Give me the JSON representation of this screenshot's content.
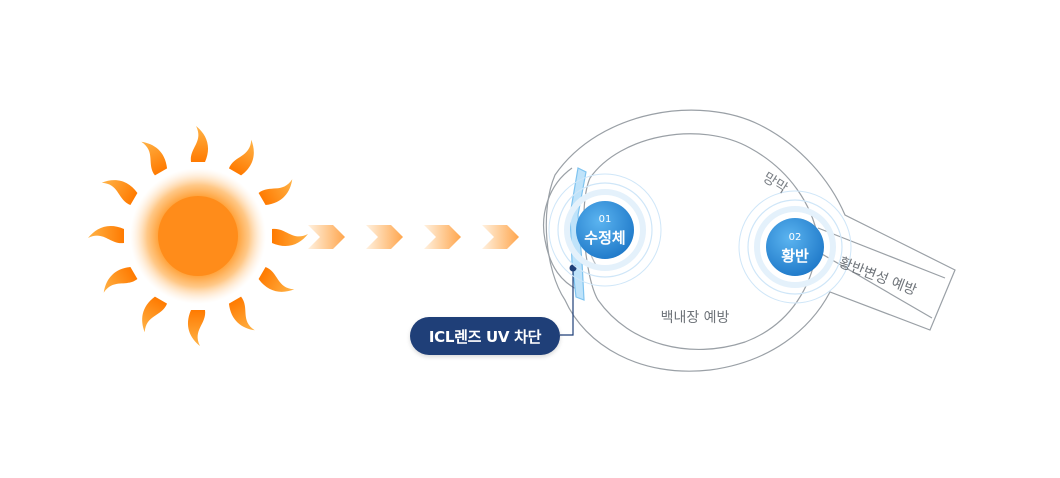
{
  "markers": [
    {
      "number": "01",
      "label": "수정체"
    },
    {
      "number": "02",
      "label": "황반"
    }
  ],
  "labels": {
    "retina": "망막",
    "cataract_prevention": "백내장 예방",
    "macular_degeneration_prevention": "황반변성 예방",
    "icl_uv_block": "ICL렌즈 UV 차단"
  },
  "icons": {
    "sun": "sun-icon",
    "arrow": "chevron-right-arrow-icon",
    "eye": "eye-cross-section-icon",
    "lens": "icl-lens-icon"
  },
  "colors": {
    "sun_core": "#ff8c1a",
    "sun_glow": "#ffd9b0",
    "arrow": "#ffb366",
    "marker_fill": "#2f8fd8",
    "marker_ring": "#cfe6f8",
    "pill_bg": "#1f3f78",
    "eye_outline": "#9aa0a6",
    "lens_blue": "#7fc4f0"
  }
}
